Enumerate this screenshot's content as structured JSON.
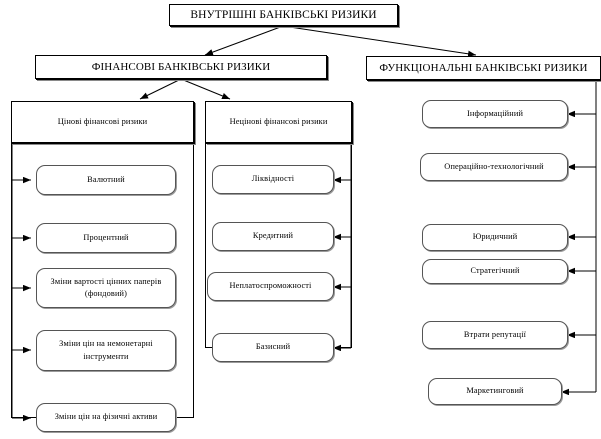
{
  "diagram": {
    "title": "ВНУТРІШНІ БАНКІВСЬКІ РИЗИКИ",
    "level2": {
      "financial": "ФІНАНСОВІ БАНКІВСЬКІ РИЗИКИ",
      "functional": "ФУНКЦІОНАЛЬНІ БАНКІВСЬКІ РИЗИКИ"
    },
    "groups": {
      "price": {
        "header": "Цінові фінансові ризики",
        "items": [
          "Валютний",
          "Процентний",
          "Зміни вартості цінних паперів (фондовий)",
          "Зміни цін на немонетарні інструменти",
          "Зміни цін на фізичні активи"
        ]
      },
      "nonprice": {
        "header": "Нецінові фінансові ризики",
        "items": [
          "Ліквідності",
          "Кредитний",
          "Неплатоспроможності",
          "Базисний"
        ]
      },
      "functional": {
        "items": [
          "Інформаційний",
          "Операційно-технологічний",
          "Юридичний",
          "Стратегічний",
          "Втрати репутації",
          "Маркетинговий"
        ]
      }
    },
    "colors": {
      "line": "#000000",
      "box_border": "#555555",
      "shadow": "#8a8a8a",
      "background": "#ffffff"
    }
  }
}
